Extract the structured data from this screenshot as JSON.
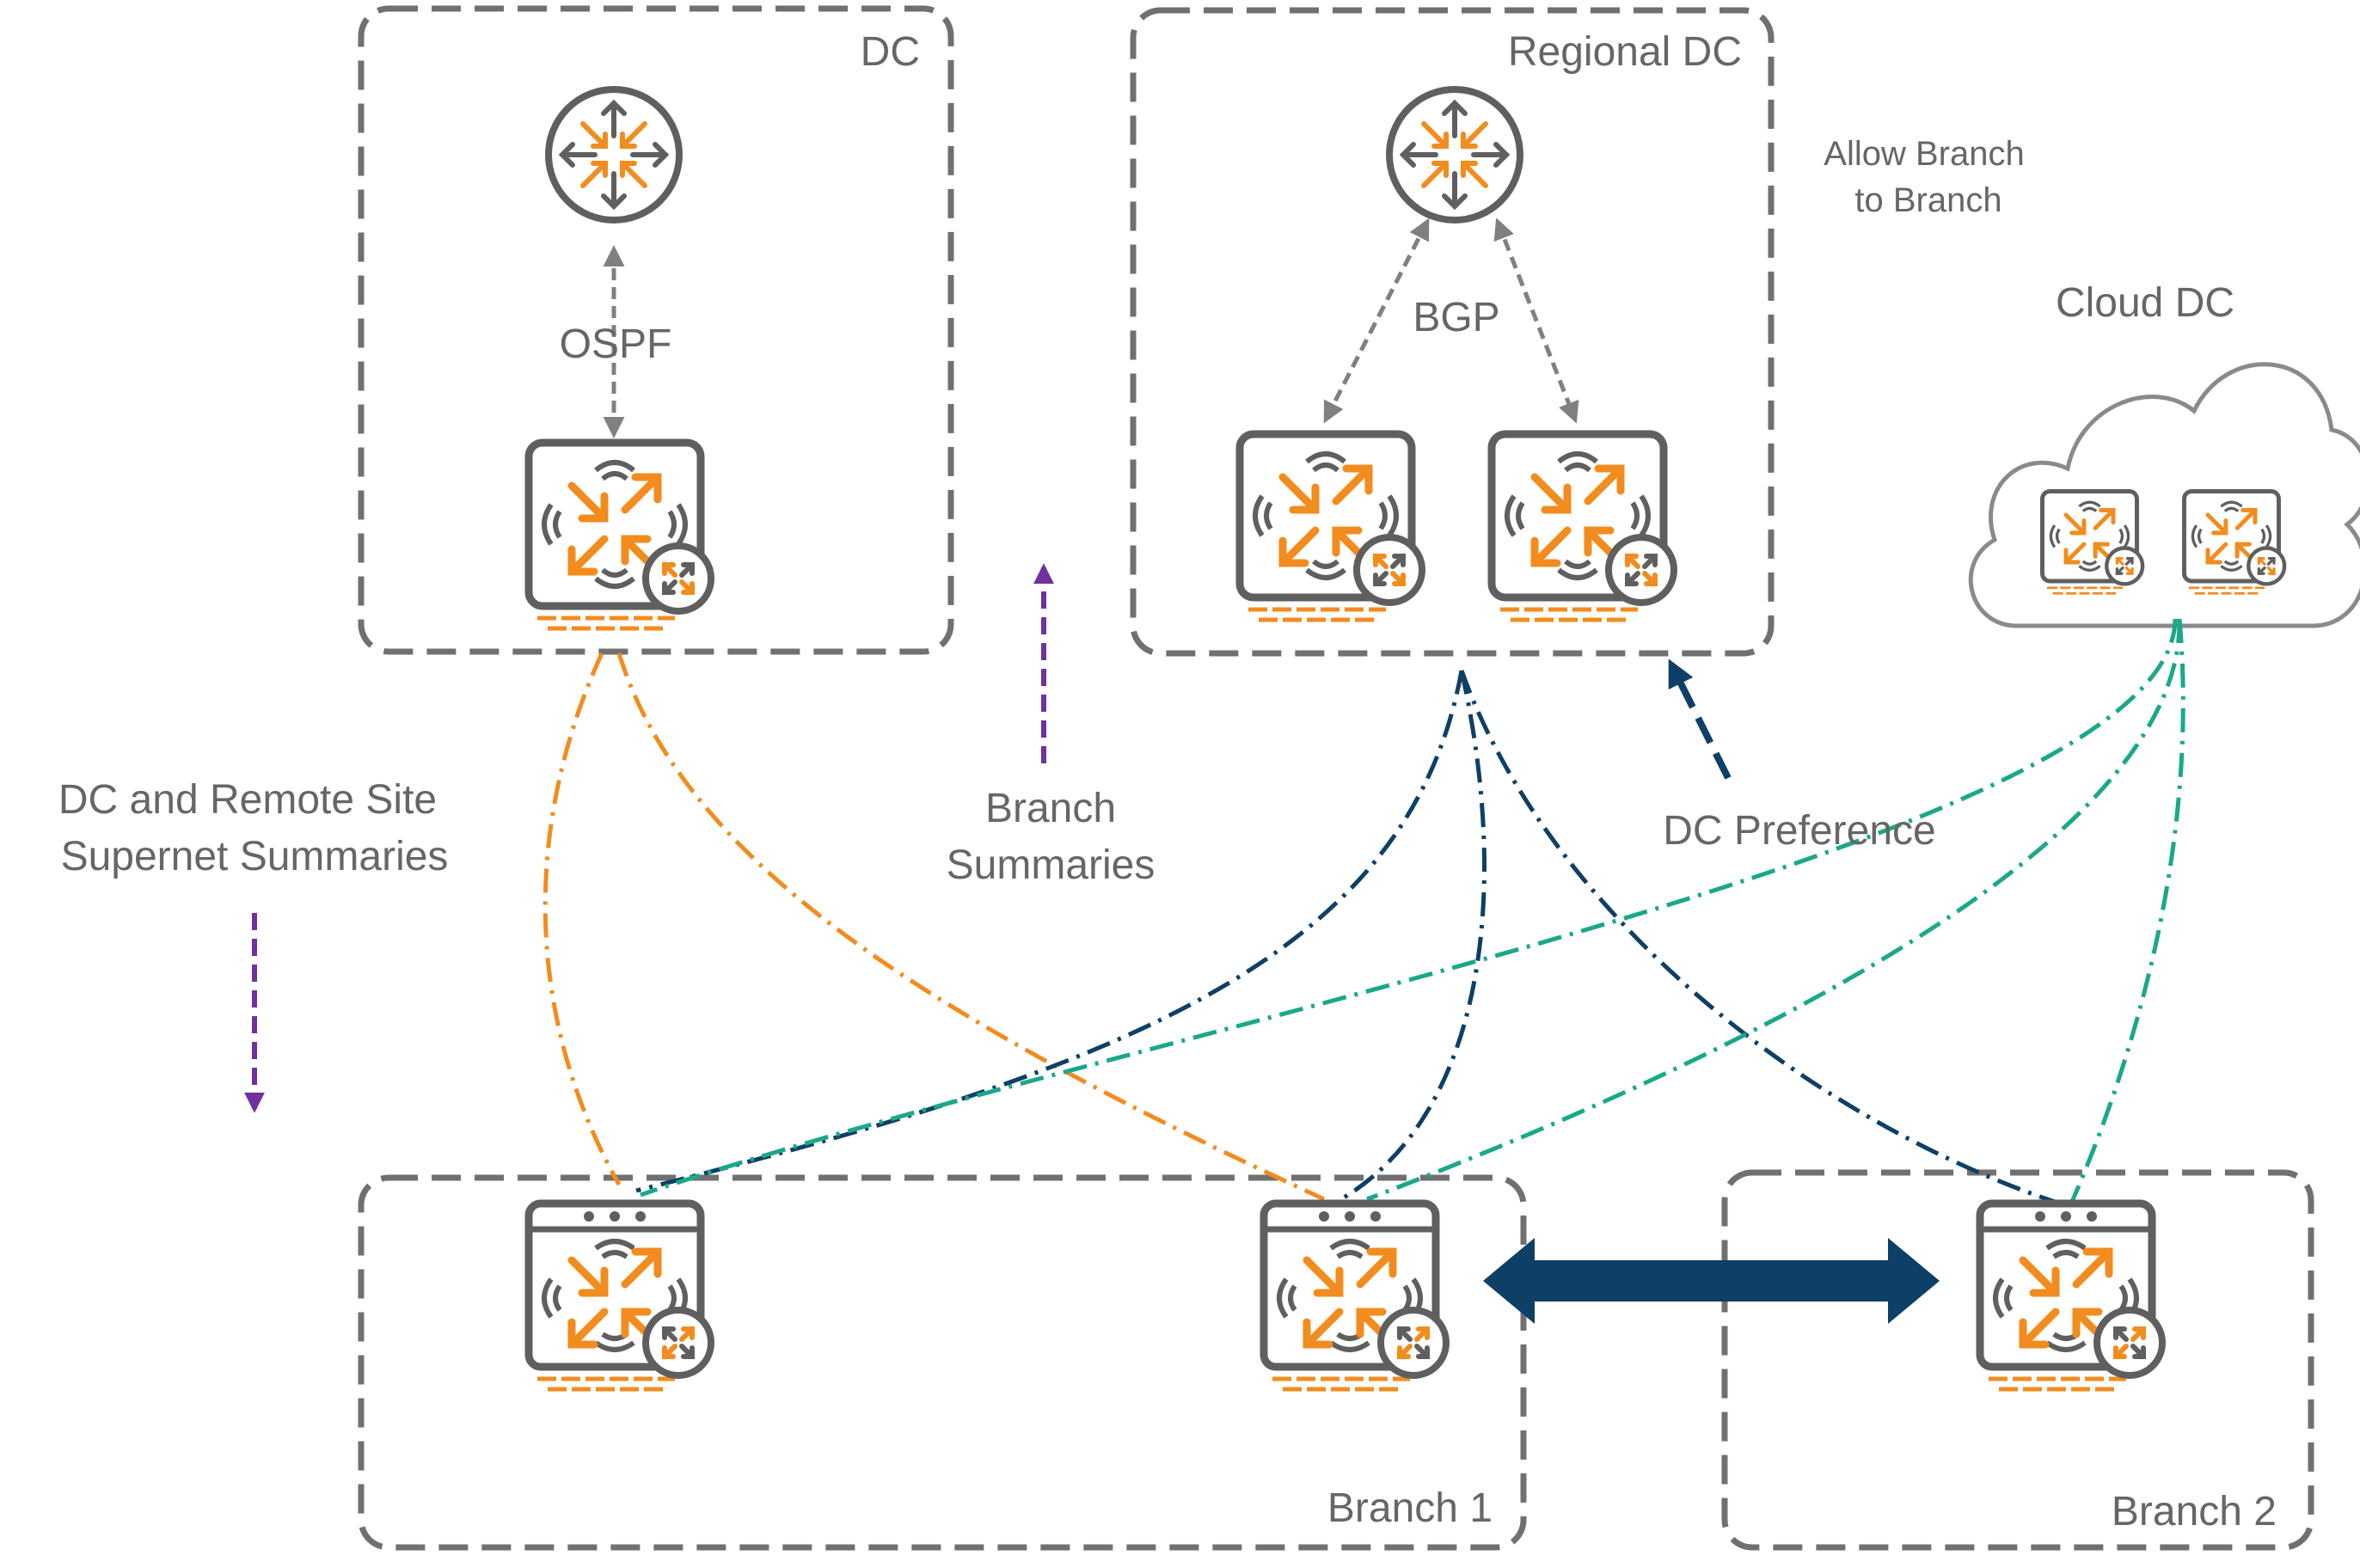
{
  "zones": {
    "dc": "DC",
    "regional_dc": "Regional DC",
    "cloud_dc": "Cloud DC",
    "branch_1": "Branch 1",
    "branch_2": "Branch 2"
  },
  "protocols": {
    "ospf": "OSPF",
    "bgp": "BGP"
  },
  "annotations": {
    "allow_b2b_line1": "Allow Branch",
    "allow_b2b_line2": "to Branch",
    "dc_preference": "DC Preference",
    "branch_summaries_line1": "Branch",
    "branch_summaries_line2": "Summaries",
    "supernet_line1": "DC and Remote Site",
    "supernet_line2": "Supernet Summaries"
  },
  "colors": {
    "zone_border": "#707070",
    "device_gray": "#5f5f5f",
    "device_orange": "#f28c1e",
    "link_orange": "#f28c1e",
    "link_navy": "#0e3f66",
    "link_teal": "#1aa88a",
    "summary_purple": "#7030a0",
    "arrow_gray": "#808080"
  },
  "icons": {
    "core_router": "core-router-icon",
    "gateway": "gateway-icon",
    "branch_gateway": "branch-gateway-icon",
    "cloud": "cloud-icon"
  }
}
